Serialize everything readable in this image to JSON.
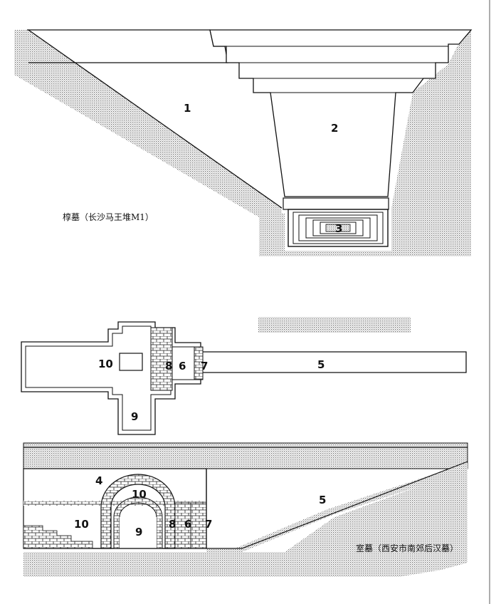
{
  "section1": {
    "caption": "椁墓（长沙马王堆M1）",
    "labels": {
      "fill": "1",
      "pit": "2",
      "coffin": "3"
    }
  },
  "section2": {
    "labels": {
      "n10": "10",
      "n8": "8",
      "n6": "6",
      "n7": "7",
      "n5": "5",
      "n9": "9"
    }
  },
  "section3": {
    "caption": "室墓（西安市南郊后汉墓）",
    "labels": {
      "n4": "4",
      "n10a": "10",
      "n10b": "10",
      "n9": "9",
      "n8": "8",
      "n6": "6",
      "n7": "7",
      "n5": "5"
    }
  },
  "colors": {
    "ink": "#111111",
    "hatch": "#bdbdbd",
    "paper": "#ffffff"
  }
}
